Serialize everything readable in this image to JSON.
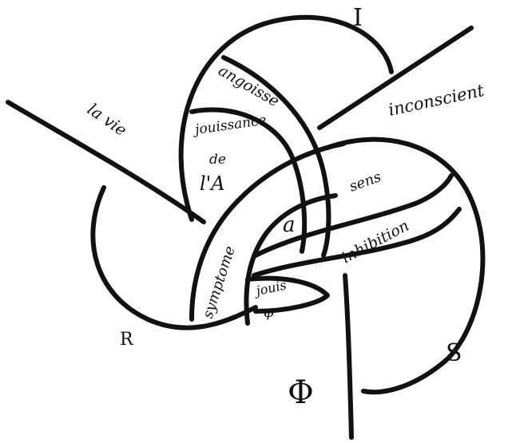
{
  "colors": {
    "ink": "#111111",
    "paper": "#ffffff"
  },
  "labels": {
    "I": "I",
    "R": "R",
    "S": "S",
    "Phi": "Φ",
    "inconscient": "inconscient",
    "la_vie": "la vie",
    "angoisse": "angoisse",
    "jouissance_a": "jouissance",
    "jouissance_b": "de",
    "jouissance_c": "l'A",
    "sens": "sens",
    "inhibition": "inhibition",
    "symptome": "symptome",
    "a": "a",
    "jouis": "jouis",
    "phi_small": "φ"
  }
}
